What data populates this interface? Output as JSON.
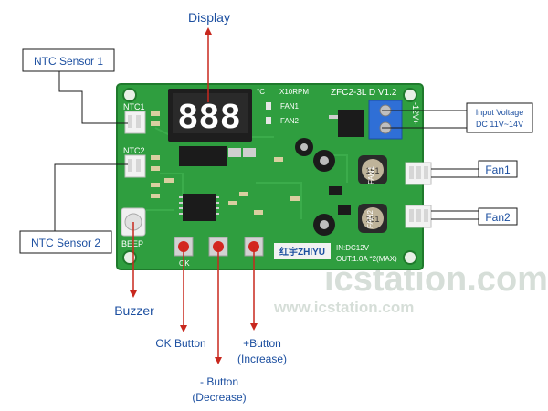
{
  "callouts": {
    "display": "Display",
    "ntc1": "NTC Sensor 1",
    "ntc2": "NTC Sensor 2",
    "buzzer": "Buzzer",
    "ok_button": "OK Button",
    "minus_button_line1": "- Button",
    "minus_button_line2": "(Decrease)",
    "plus_button_line1": "+Button",
    "plus_button_line2": "(Increase)",
    "input_voltage_line1": "Input Voltage",
    "input_voltage_line2": "DC 11V~14V",
    "fan1": "Fan1",
    "fan2": "Fan2"
  },
  "board": {
    "display_value": "888",
    "model": "ZFC2-3L D V1.2",
    "unit_c": "°C",
    "unit_rpm": "X10RPM",
    "fan1_label": "FAN1",
    "fan2_label": "FAN2",
    "ntc1_label": "NTC1",
    "ntc2_label": "NTC2",
    "beep_label": "BEEP",
    "ok_label": "OK",
    "brand": "红宇ZHIYU",
    "input_spec": "IN:DC12V",
    "output_spec": "OUT:1.0A *2(MAX)",
    "terminal_label": "-12V+",
    "inductor_label": "151",
    "fan1_side": "FAN1",
    "fan2_side": "FAN2"
  },
  "watermark": {
    "brand": "icstation.com",
    "url": "www.icstation.com"
  },
  "colors": {
    "pcb": "#2f9e3f",
    "pcb_dark": "#1f7a2c",
    "arrow": "#c8281e",
    "callout_border": "#1a1a1a",
    "callout_text": "#1c4fa0",
    "watermark": "#c9d4cc"
  }
}
